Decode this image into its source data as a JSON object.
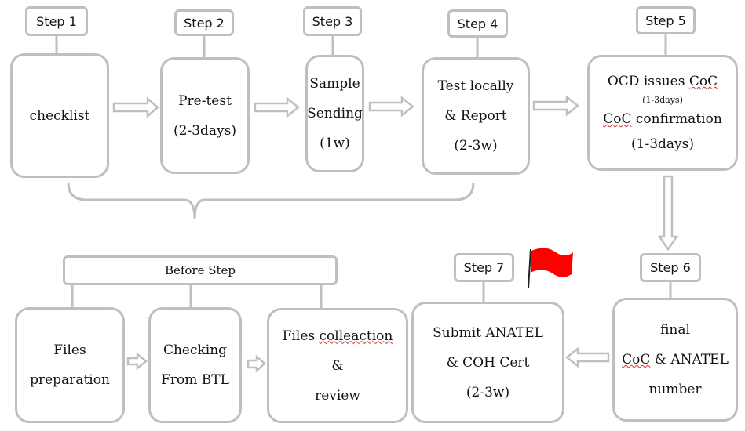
{
  "steps": {
    "s1": "Step 1",
    "s2": "Step 2",
    "s3": "Step 3",
    "s4": "Step 4",
    "s5": "Step 5",
    "s6": "Step 6",
    "s7": "Step 7",
    "before": "Before Step"
  },
  "boxes": {
    "checklist": "checklist",
    "pretest": [
      "Pre-test",
      "(2-3days)"
    ],
    "sample": [
      "Sample",
      "Sending",
      "(1w)"
    ],
    "test": [
      "Test locally",
      "& Report",
      "(2-3w)"
    ],
    "ocd": {
      "l1a": "OCD issues ",
      "l1b": "CoC",
      "l2": "(1-3days)",
      "l3a": "CoC",
      "l3b": " confirmation",
      "l4": "(1-3days)"
    },
    "files_prep": [
      "Files",
      "preparation"
    ],
    "checking": [
      "Checking",
      "From BTL"
    ],
    "files_coll": {
      "l1a": "Files ",
      "l1b": "colleaction",
      "l2": "&",
      "l3": "review"
    },
    "submit": [
      "Submit ANATEL",
      "& COH Cert",
      "(2-3w)"
    ],
    "final": {
      "l1": "final",
      "l2a": "CoC",
      "l2b": " & ANATEL",
      "l3": "number"
    }
  },
  "colors": {
    "border": "#bfbfbf",
    "flag": "#ff0000"
  }
}
